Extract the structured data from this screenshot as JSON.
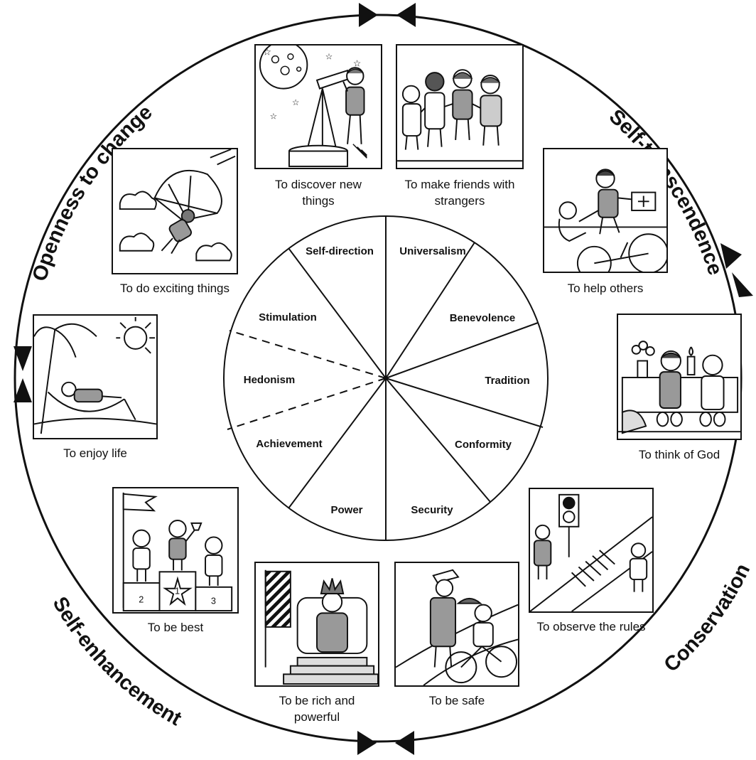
{
  "outer_groups": [
    {
      "id": "openness",
      "label": "Openness to change"
    },
    {
      "id": "self_transcendence",
      "label": "Self-transcendence"
    },
    {
      "id": "conservation",
      "label": "Conservation"
    },
    {
      "id": "self_enhancement",
      "label": "Self-enhancement"
    }
  ],
  "wheel_segments": [
    {
      "id": "self_direction",
      "label": "Self-direction"
    },
    {
      "id": "universalism",
      "label": "Universalism"
    },
    {
      "id": "benevolence",
      "label": "Benevolence"
    },
    {
      "id": "tradition",
      "label": "Tradition"
    },
    {
      "id": "conformity",
      "label": "Conformity"
    },
    {
      "id": "security",
      "label": "Security"
    },
    {
      "id": "power",
      "label": "Power"
    },
    {
      "id": "achievement",
      "label": "Achievement"
    },
    {
      "id": "hedonism",
      "label": "Hedonism"
    },
    {
      "id": "stimulation",
      "label": "Stimulation"
    }
  ],
  "pictures": [
    {
      "id": "discover",
      "caption": [
        "To discover new",
        "things"
      ],
      "icon": "telescope-stargazing-icon"
    },
    {
      "id": "friends",
      "caption": [
        "To make friends with",
        "strangers"
      ],
      "icon": "children-holding-hands-icon"
    },
    {
      "id": "help",
      "caption": [
        "To help others"
      ],
      "icon": "helping-fallen-cyclist-icon"
    },
    {
      "id": "god",
      "caption": [
        "To think of God"
      ],
      "icon": "children-praying-at-altar-icon"
    },
    {
      "id": "rules",
      "caption": [
        "To observe the rules"
      ],
      "icon": "crosswalk-traffic-light-icon"
    },
    {
      "id": "safe",
      "caption": [
        "To be safe"
      ],
      "icon": "police-officer-cyclist-icon"
    },
    {
      "id": "rich",
      "caption": [
        "To be rich and",
        "powerful"
      ],
      "icon": "king-on-throne-icon"
    },
    {
      "id": "best",
      "caption": [
        "To be best"
      ],
      "icon": "winners-podium-icon"
    },
    {
      "id": "enjoy",
      "caption": [
        "To enjoy life"
      ],
      "icon": "hammock-beach-icon"
    },
    {
      "id": "exciting",
      "caption": [
        "To do exciting things"
      ],
      "icon": "parachute-jump-icon"
    }
  ],
  "podium": {
    "first": "1",
    "second": "2",
    "third": "3"
  }
}
